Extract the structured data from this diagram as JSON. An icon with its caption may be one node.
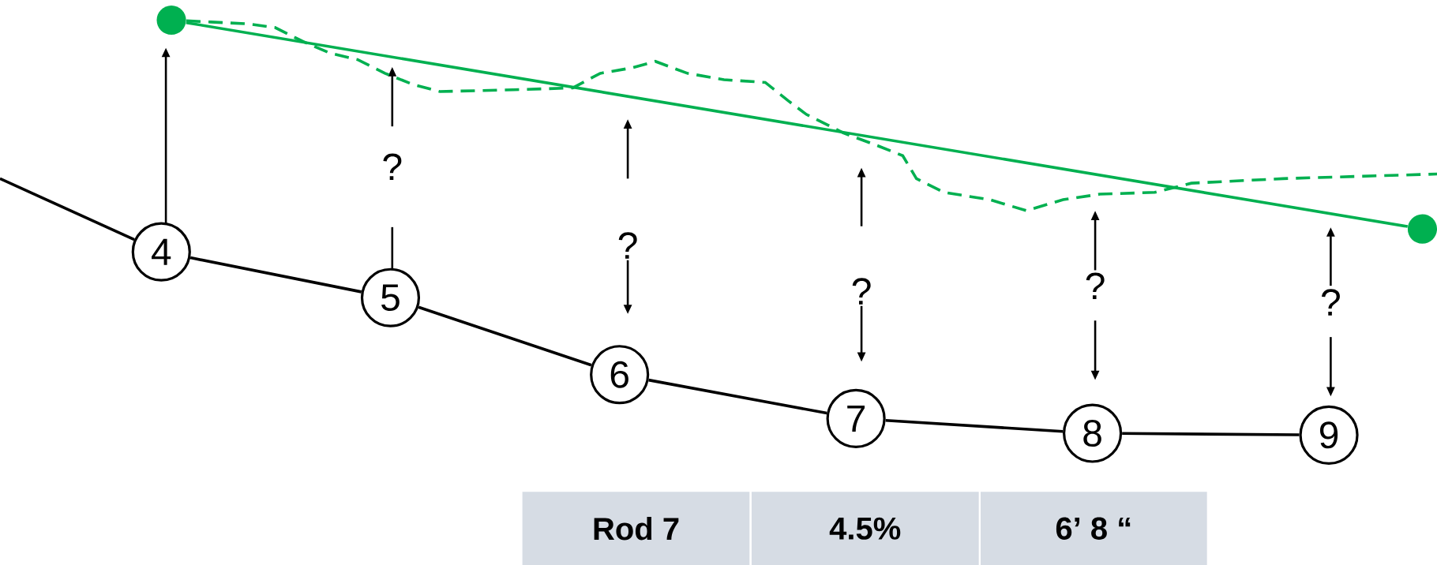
{
  "diagram": {
    "nodes": [
      {
        "text": [],
        "shape": "circle"
      },
      {
        "text": [
          "4"
        ]
      },
      {
        "text": [
          "5"
        ]
      },
      {
        "text": [
          "6"
        ]
      },
      {
        "text": [
          "7"
        ]
      },
      {
        "text": [
          "8"
        ]
      },
      {
        "text": [
          "9"
        ]
      },
      {
        "text": [],
        "shape": "circle"
      }
    ],
    "edges": [
      {
        "from": null,
        "to": 1,
        "arrow": "none"
      },
      {
        "from": 1,
        "to": 2,
        "arrow": "none"
      },
      {
        "from": 2,
        "to": 3,
        "arrow": "none"
      },
      {
        "from": 3,
        "to": 4,
        "arrow": "none"
      },
      {
        "from": 4,
        "to": 5,
        "arrow": "none"
      },
      {
        "from": 5,
        "to": 6,
        "arrow": "none"
      },
      {
        "from": 0,
        "to": 7,
        "arrow": "none",
        "color": "#00b050"
      },
      {
        "from": 0,
        "to": null,
        "arrow": "none",
        "style": "dashed",
        "color": "#00b050"
      }
    ],
    "labels": [
      "?",
      "?",
      "?",
      "?",
      "?",
      "Rod 7",
      "4.5%",
      "6’ 8 “"
    ]
  }
}
